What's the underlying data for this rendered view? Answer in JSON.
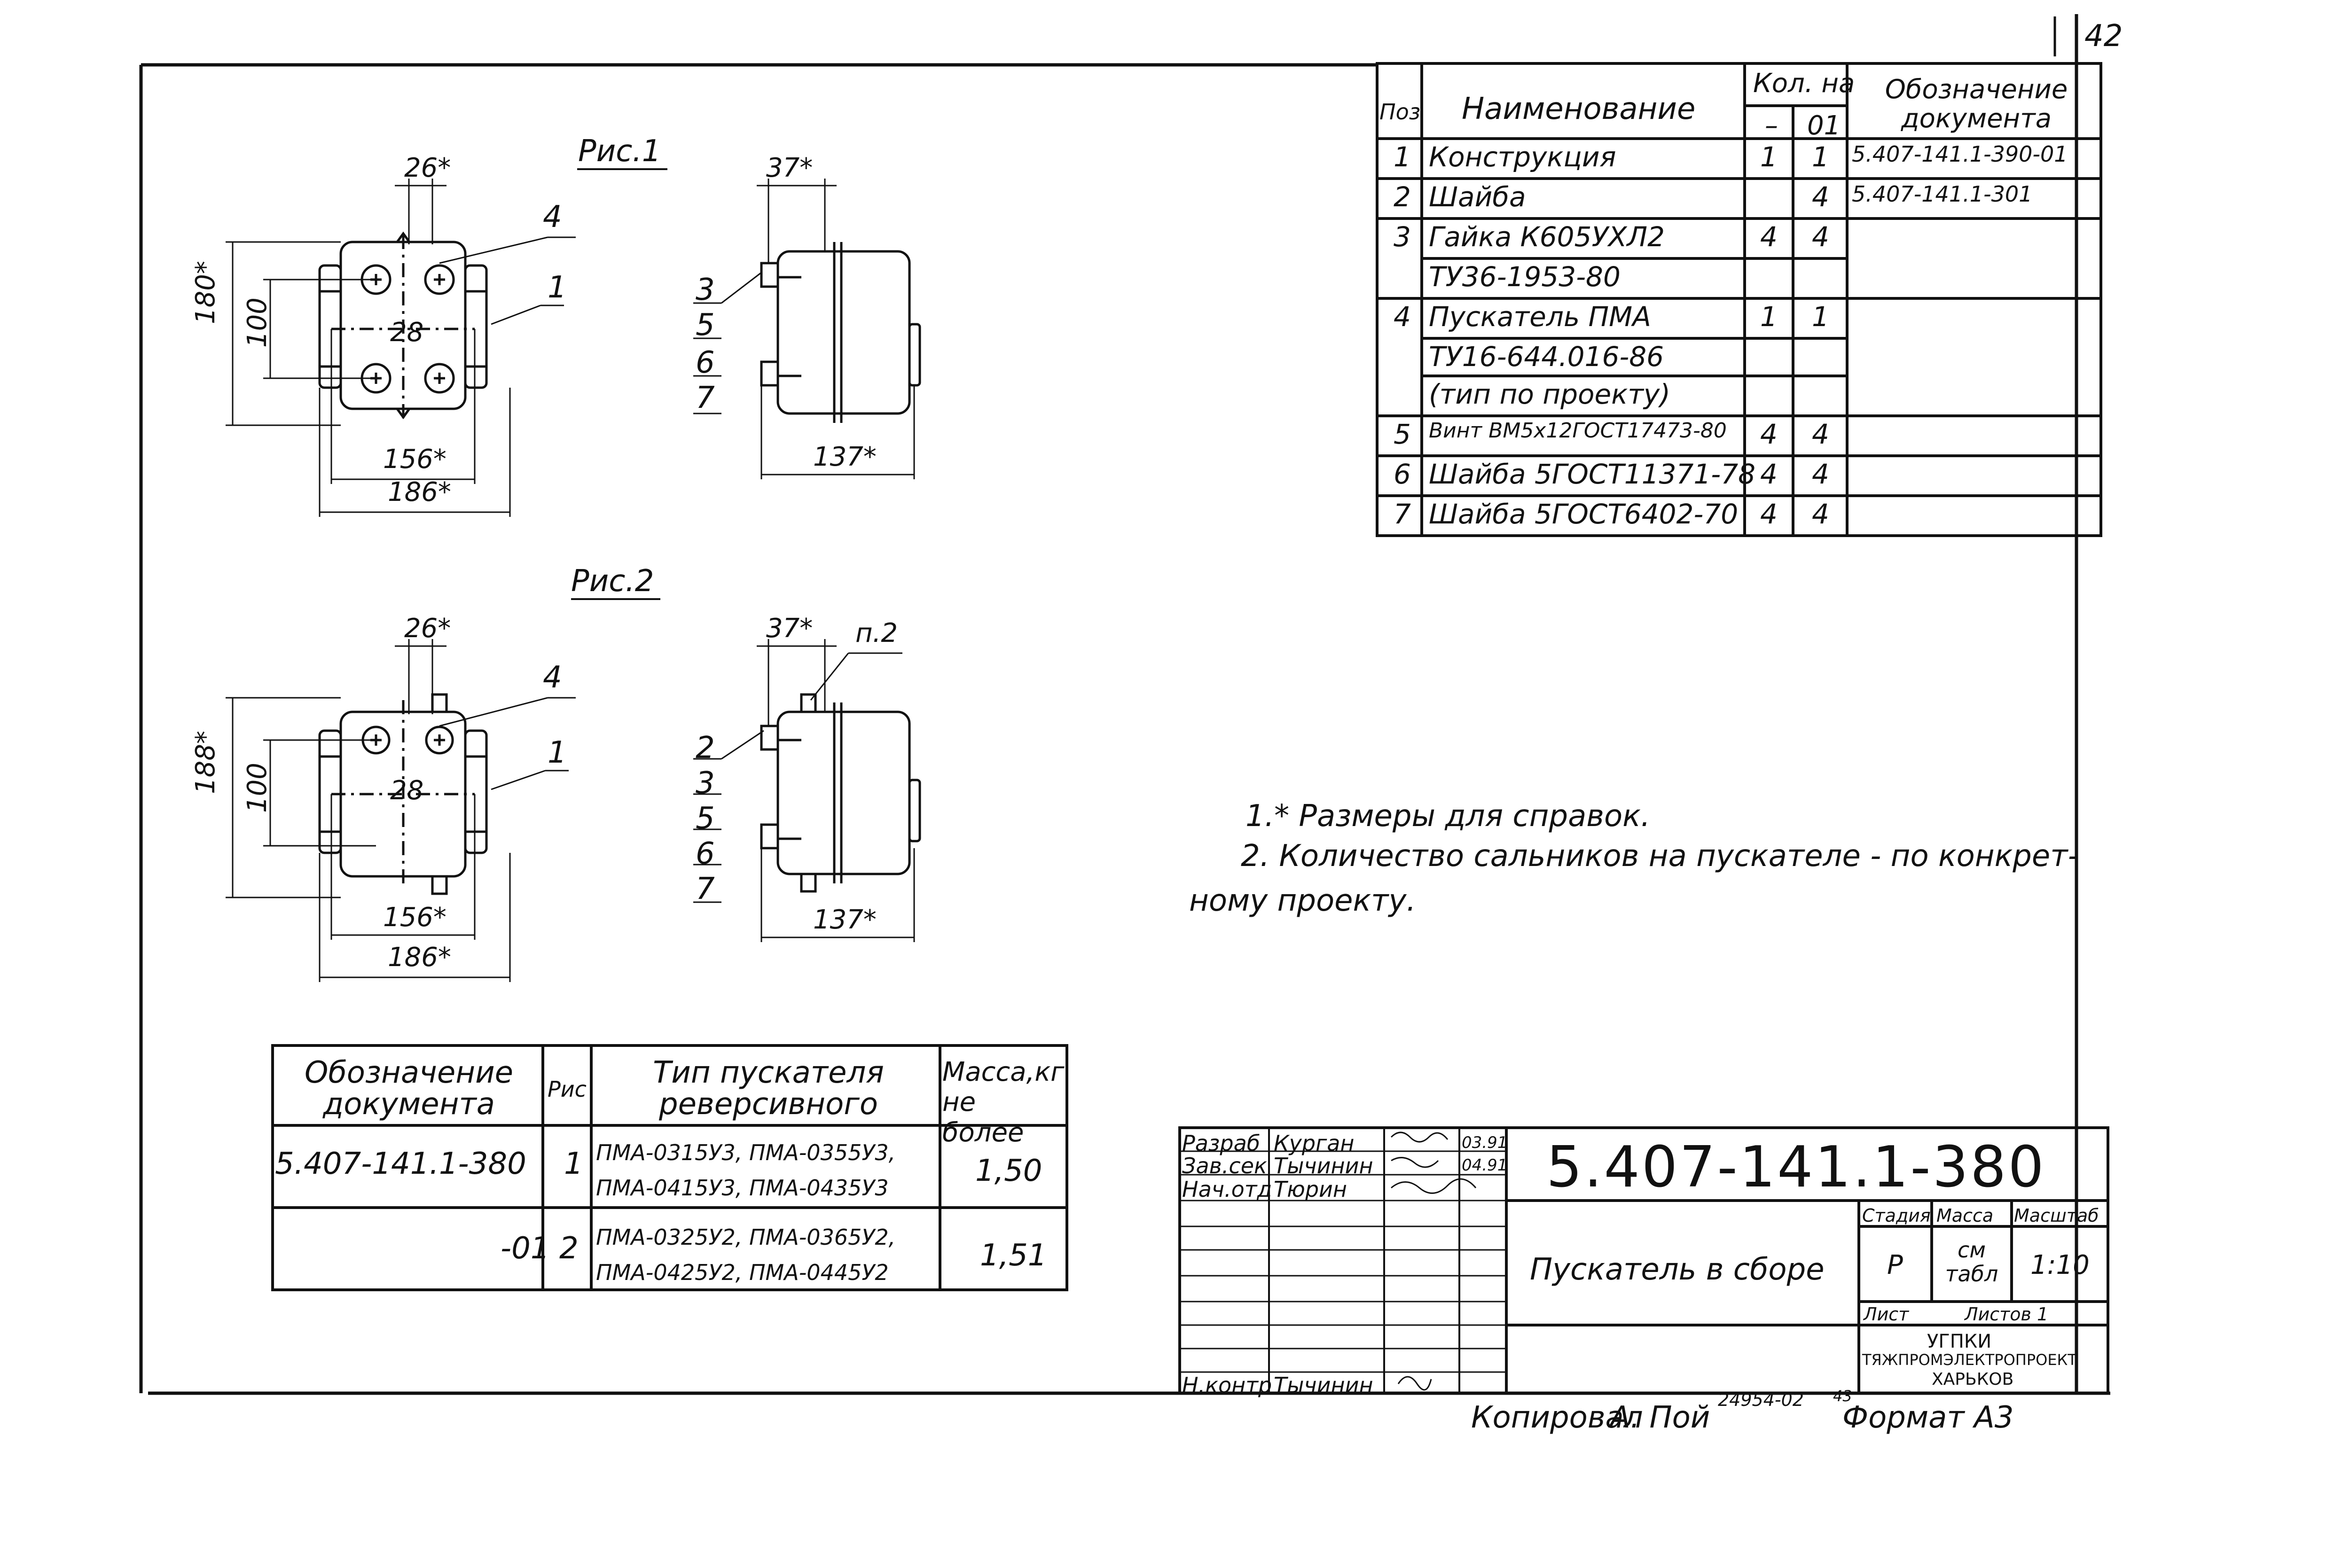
{
  "sheet": {
    "page_number": "42",
    "format": "Формат А3",
    "copied_by": "Копировал",
    "copied_sign": "А. Пой",
    "copied_stamp": "24954-02",
    "copied_stamp_sup": "43"
  },
  "figures": {
    "fig1_label": "Рис.1",
    "fig2_label": "Рис.2",
    "dims": {
      "d26": "26*",
      "d37": "37*",
      "d180": "180*",
      "d188": "188*",
      "d100": "100",
      "d28": "28",
      "d156": "156*",
      "d186": "186*",
      "d137": "137*",
      "p2": "п.2"
    },
    "callouts": {
      "c1": "1",
      "c2": "2",
      "c3": "3",
      "c4": "4",
      "c5": "5",
      "c6": "6",
      "c7": "7"
    }
  },
  "spec_table": {
    "headers": {
      "pos": "Поз",
      "name": "Наименование",
      "qty": "Кол. на",
      "qty_a": "–",
      "qty_b": "01",
      "doc": "Обозначение документа"
    },
    "rows": [
      {
        "pos": "1",
        "name": "Конструкция",
        "qa": "1",
        "qb": "1",
        "doc": "5.407-141.1-390-01"
      },
      {
        "pos": "2",
        "name": "Шайба",
        "qa": "",
        "qb": "4",
        "doc": "5.407-141.1-301"
      },
      {
        "pos": "3",
        "name": "Гайка К605УХЛ2",
        "qa": "4",
        "qb": "4",
        "doc": ""
      },
      {
        "pos": "",
        "name": "ТУ36-1953-80",
        "qa": "",
        "qb": "",
        "doc": ""
      },
      {
        "pos": "4",
        "name": "Пускатель ПМА",
        "qa": "1",
        "qb": "1",
        "doc": ""
      },
      {
        "pos": "",
        "name": "ТУ16-644.016-86",
        "qa": "",
        "qb": "",
        "doc": ""
      },
      {
        "pos": "",
        "name": "(тип по проекту)",
        "qa": "",
        "qb": "",
        "doc": ""
      },
      {
        "pos": "5",
        "name": "Винт ВМ5х12ГОСТ17473-80",
        "qa": "4",
        "qb": "4",
        "doc": ""
      },
      {
        "pos": "6",
        "name": "Шайба 5ГОСТ11371-78",
        "qa": "4",
        "qb": "4",
        "doc": ""
      },
      {
        "pos": "7",
        "name": "Шайба 5ГОСТ6402-70",
        "qa": "4",
        "qb": "4",
        "doc": ""
      }
    ]
  },
  "notes": {
    "n1": "1.* Размеры для справок.",
    "n2a": "2. Количество сальников на пускателе - по конкрет-",
    "n2b": "ному проекту."
  },
  "variant_table": {
    "h_doc": "Обозначение документа",
    "h_fig": "Рис",
    "h_type": "Тип пускателя реверсивного",
    "h_mass": "Масса,кг не более",
    "rows": [
      {
        "doc": "5.407-141.1-380",
        "fig": "1",
        "type_a": "ПМА-0315У3, ПМА-0355У3,",
        "type_b": "ПМА-0415У3, ПМА-0435У3",
        "mass": "1,50"
      },
      {
        "doc": "-01",
        "fig": "2",
        "type_a": "ПМА-0325У2, ПМА-0365У2,",
        "type_b": "ПМА-0425У2, ПМА-0445У2",
        "mass": "1,51"
      }
    ]
  },
  "title_block": {
    "designation": "5.407-141.1-380",
    "title": "Пускатель в сборе",
    "stage_h": "Стадия",
    "mass_h": "Масса",
    "scale_h": "Масштаб",
    "stage": "Р",
    "mass": "см табл",
    "scale": "1:10",
    "sheet_h": "Лист",
    "sheets_h": "Листов 1",
    "org1": "УГПКИ",
    "org2": "ТЯЖПРОМЭЛЕКТРОПРОЕКТ",
    "org3": "ХАРЬКОВ",
    "roles": [
      {
        "role": "Разраб",
        "name": "Курган",
        "date": "03.91"
      },
      {
        "role": "Зав.сек",
        "name": "Тычинин",
        "date": "04.91"
      },
      {
        "role": "Нач.отд",
        "name": "Тюрин",
        "date": ""
      },
      {
        "role": "Н.контр",
        "name": "Тычинин",
        "date": ""
      }
    ]
  }
}
